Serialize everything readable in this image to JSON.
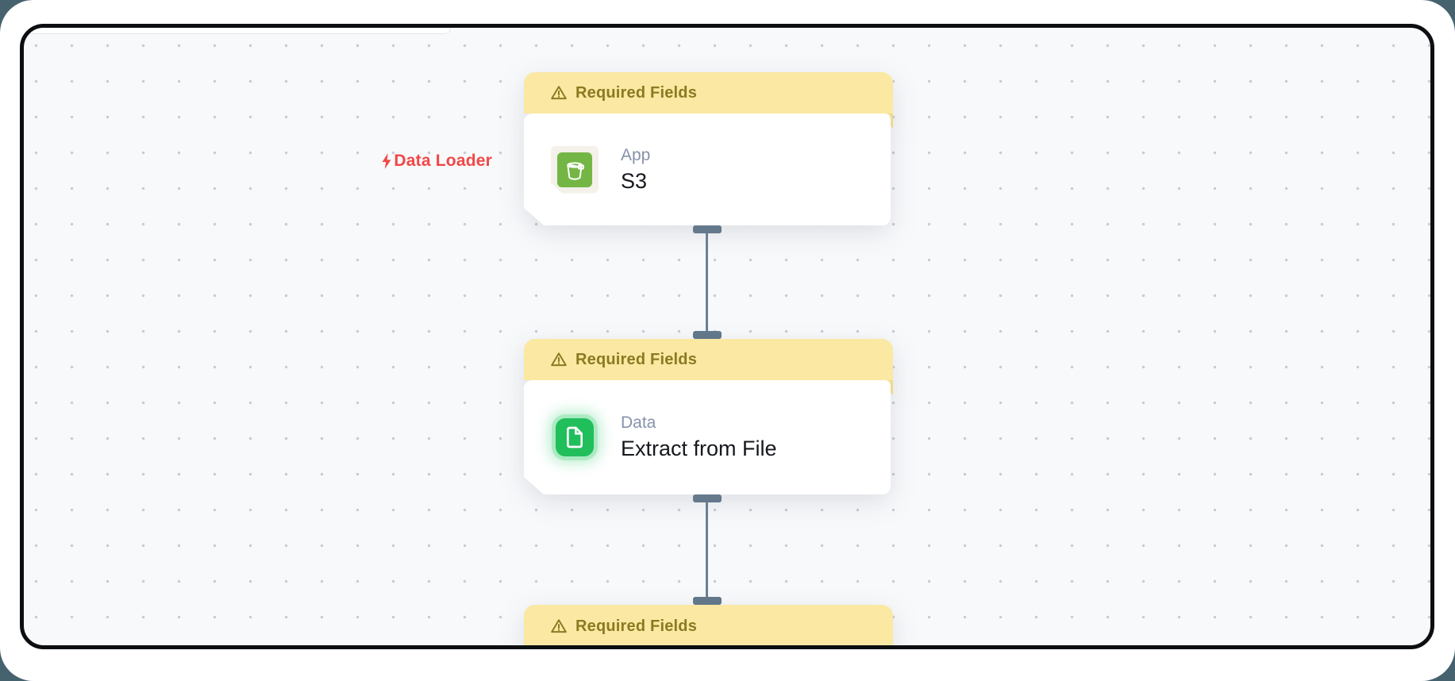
{
  "phase_label": {
    "text": "Data Loader",
    "icon": "lightning-icon",
    "color": "#F14747"
  },
  "nodes": [
    {
      "warning_label": "Required Fields",
      "category": "App",
      "title": "S3",
      "icon": "s3-bucket-icon",
      "icon_color": "#74B645"
    },
    {
      "warning_label": "Required Fields",
      "category": "Data",
      "title": "Extract from File",
      "icon": "file-document-icon",
      "icon_color": "#21BE5C"
    },
    {
      "warning_label": "Required Fields"
    }
  ],
  "colors": {
    "banner_bg": "#FAE8A3",
    "banner_text": "#8C7A20",
    "canvas_bg": "#F8F9FB",
    "frame_border": "#0C0E12",
    "connector": "#64798C",
    "phase_label_red": "#F14747",
    "category_text": "#8693A9",
    "title_text": "#15181D"
  }
}
